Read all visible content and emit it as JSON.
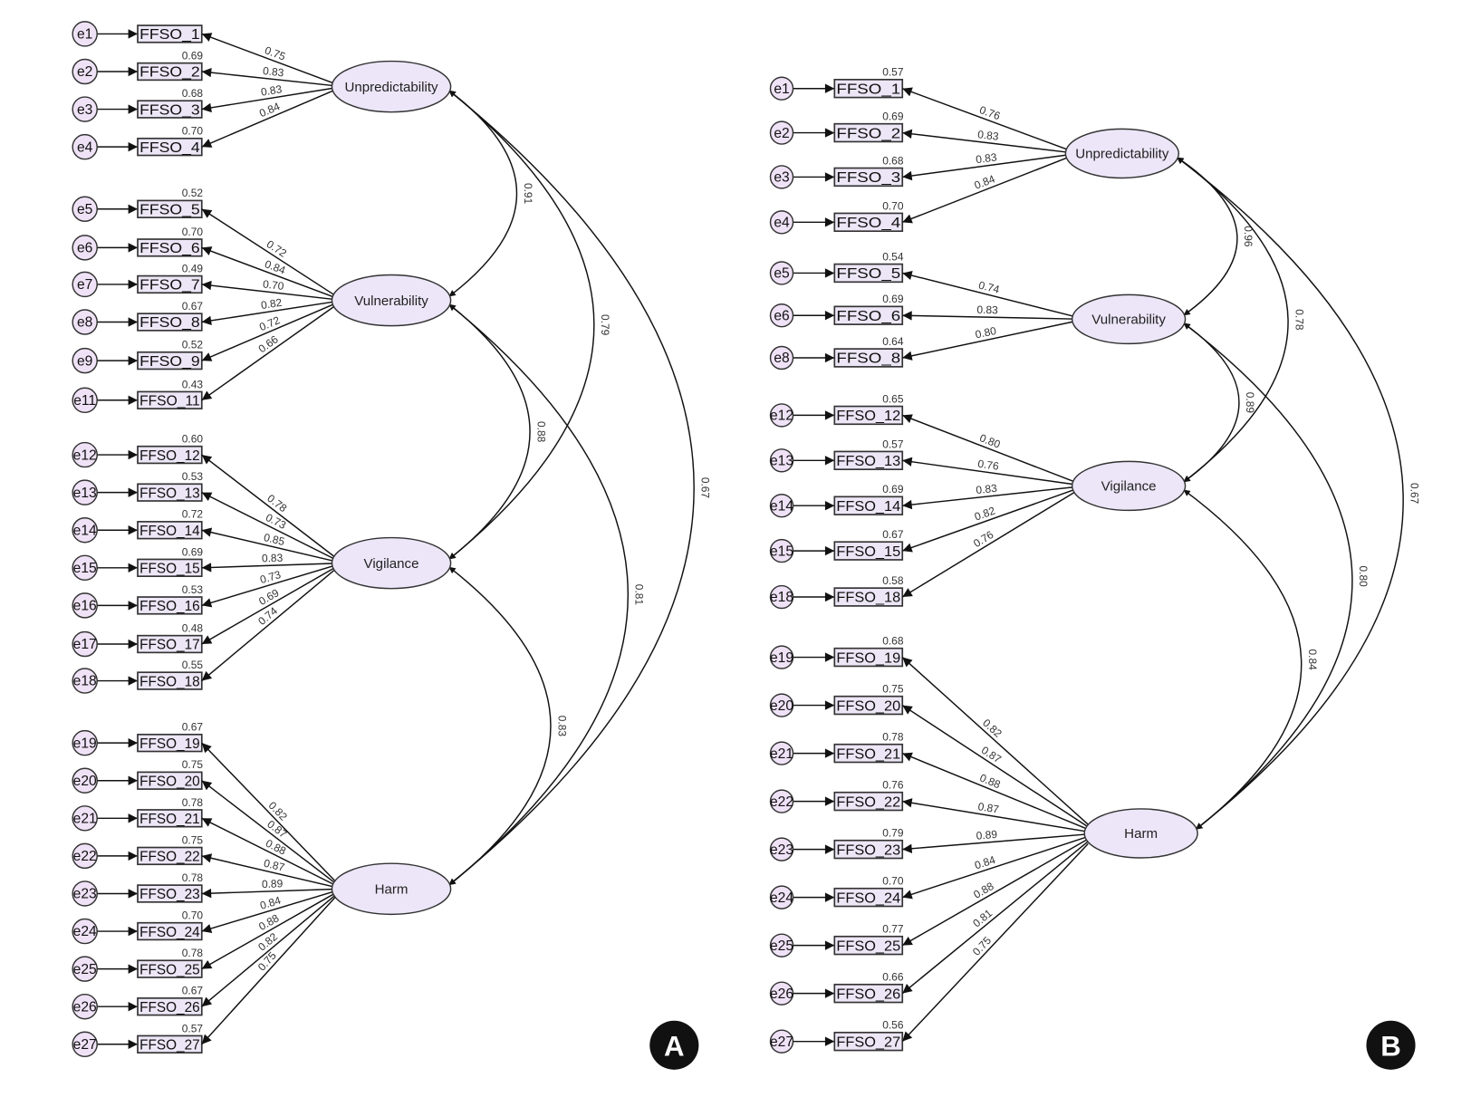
{
  "panels": [
    {
      "badge": "A",
      "factors": [
        {
          "name": "Unpredictability",
          "items": [
            {
              "error": "e1",
              "indicator": "FFSO_1",
              "r2": null,
              "loading": "0.75"
            },
            {
              "error": "e2",
              "indicator": "FFSO_2",
              "r2": "0.69",
              "loading": "0.83"
            },
            {
              "error": "e3",
              "indicator": "FFSO_3",
              "r2": "0.68",
              "loading": "0.83"
            },
            {
              "error": "e4",
              "indicator": "FFSO_4",
              "r2": "0.70",
              "loading": "0.84"
            }
          ]
        },
        {
          "name": "Vulnerability",
          "items": [
            {
              "error": "e5",
              "indicator": "FFSO_5",
              "r2": "0.52",
              "loading": "0.72"
            },
            {
              "error": "e6",
              "indicator": "FFSO_6",
              "r2": "0.70",
              "loading": "0.84"
            },
            {
              "error": "e7",
              "indicator": "FFSO_7",
              "r2": "0.49",
              "loading": "0.70"
            },
            {
              "error": "e8",
              "indicator": "FFSO_8",
              "r2": "0.67",
              "loading": "0.82"
            },
            {
              "error": "e9",
              "indicator": "FFSO_9",
              "r2": "0.52",
              "loading": "0.72"
            },
            {
              "error": "e11",
              "indicator": "FFSO_11",
              "r2": "0.43",
              "loading": "0.66"
            }
          ]
        },
        {
          "name": "Vigilance",
          "items": [
            {
              "error": "e12",
              "indicator": "FFSO_12",
              "r2": "0.60",
              "loading": "0.78"
            },
            {
              "error": "e13",
              "indicator": "FFSO_13",
              "r2": "0.53",
              "loading": "0.73"
            },
            {
              "error": "e14",
              "indicator": "FFSO_14",
              "r2": "0.72",
              "loading": "0.85"
            },
            {
              "error": "e15",
              "indicator": "FFSO_15",
              "r2": "0.69",
              "loading": "0.83"
            },
            {
              "error": "e16",
              "indicator": "FFSO_16",
              "r2": "0.53",
              "loading": "0.73"
            },
            {
              "error": "e17",
              "indicator": "FFSO_17",
              "r2": "0.48",
              "loading": "0.69"
            },
            {
              "error": "e18",
              "indicator": "FFSO_18",
              "r2": "0.55",
              "loading": "0.74"
            }
          ]
        },
        {
          "name": "Harm",
          "items": [
            {
              "error": "e19",
              "indicator": "FFSO_19",
              "r2": "0.67",
              "loading": "0.82"
            },
            {
              "error": "e20",
              "indicator": "FFSO_20",
              "r2": "0.75",
              "loading": "0.87"
            },
            {
              "error": "e21",
              "indicator": "FFSO_21",
              "r2": "0.78",
              "loading": "0.88"
            },
            {
              "error": "e22",
              "indicator": "FFSO_22",
              "r2": "0.75",
              "loading": "0.87"
            },
            {
              "error": "e23",
              "indicator": "FFSO_23",
              "r2": "0.78",
              "loading": "0.89"
            },
            {
              "error": "e24",
              "indicator": "FFSO_24",
              "r2": "0.70",
              "loading": "0.84"
            },
            {
              "error": "e25",
              "indicator": "FFSO_25",
              "r2": "0.78",
              "loading": "0.88"
            },
            {
              "error": "e26",
              "indicator": "FFSO_26",
              "r2": "0.67",
              "loading": "0.82"
            },
            {
              "error": "e27",
              "indicator": "FFSO_27",
              "r2": "0.57",
              "loading": "0.75"
            }
          ]
        }
      ],
      "correlations": [
        {
          "from": "Unpredictability",
          "to": "Vulnerability",
          "value": "0.91"
        },
        {
          "from": "Unpredictability",
          "to": "Vigilance",
          "value": "0.79"
        },
        {
          "from": "Unpredictability",
          "to": "Harm",
          "value": "0.67"
        },
        {
          "from": "Vulnerability",
          "to": "Vigilance",
          "value": "0.88"
        },
        {
          "from": "Vulnerability",
          "to": "Harm",
          "value": "0.81"
        },
        {
          "from": "Vigilance",
          "to": "Harm",
          "value": "0.83"
        }
      ]
    },
    {
      "badge": "B",
      "factors": [
        {
          "name": "Unpredictability",
          "items": [
            {
              "error": "e1",
              "indicator": "FFSO_1",
              "r2": "0.57",
              "loading": "0.76"
            },
            {
              "error": "e2",
              "indicator": "FFSO_2",
              "r2": "0.69",
              "loading": "0.83"
            },
            {
              "error": "e3",
              "indicator": "FFSO_3",
              "r2": "0.68",
              "loading": "0.83"
            },
            {
              "error": "e4",
              "indicator": "FFSO_4",
              "r2": "0.70",
              "loading": "0.84"
            }
          ]
        },
        {
          "name": "Vulnerability",
          "items": [
            {
              "error": "e5",
              "indicator": "FFSO_5",
              "r2": "0.54",
              "loading": "0.74"
            },
            {
              "error": "e6",
              "indicator": "FFSO_6",
              "r2": "0.69",
              "loading": "0.83"
            },
            {
              "error": "e8",
              "indicator": "FFSO_8",
              "r2": "0.64",
              "loading": "0.80"
            }
          ]
        },
        {
          "name": "Vigilance",
          "items": [
            {
              "error": "e12",
              "indicator": "FFSO_12",
              "r2": "0.65",
              "loading": "0.80"
            },
            {
              "error": "e13",
              "indicator": "FFSO_13",
              "r2": "0.57",
              "loading": "0.76"
            },
            {
              "error": "e14",
              "indicator": "FFSO_14",
              "r2": "0.69",
              "loading": "0.83"
            },
            {
              "error": "e15",
              "indicator": "FFSO_15",
              "r2": "0.67",
              "loading": "0.82"
            },
            {
              "error": "e18",
              "indicator": "FFSO_18",
              "r2": "0.58",
              "loading": "0.76"
            }
          ]
        },
        {
          "name": "Harm",
          "items": [
            {
              "error": "e19",
              "indicator": "FFSO_19",
              "r2": "0.68",
              "loading": "0.82"
            },
            {
              "error": "e20",
              "indicator": "FFSO_20",
              "r2": "0.75",
              "loading": "0.87"
            },
            {
              "error": "e21",
              "indicator": "FFSO_21",
              "r2": "0.78",
              "loading": "0.88"
            },
            {
              "error": "e22",
              "indicator": "FFSO_22",
              "r2": "0.76",
              "loading": "0.87"
            },
            {
              "error": "e23",
              "indicator": "FFSO_23",
              "r2": "0.79",
              "loading": "0.89"
            },
            {
              "error": "e24",
              "indicator": "FFSO_24",
              "r2": "0.70",
              "loading": "0.84"
            },
            {
              "error": "e25",
              "indicator": "FFSO_25",
              "r2": "0.77",
              "loading": "0.88"
            },
            {
              "error": "e26",
              "indicator": "FFSO_26",
              "r2": "0.66",
              "loading": "0.81"
            },
            {
              "error": "e27",
              "indicator": "FFSO_27",
              "r2": "0.56",
              "loading": "0.75"
            }
          ]
        }
      ],
      "correlations": [
        {
          "from": "Unpredictability",
          "to": "Vulnerability",
          "value": "0.96"
        },
        {
          "from": "Unpredictability",
          "to": "Vigilance",
          "value": "0.78"
        },
        {
          "from": "Unpredictability",
          "to": "Harm",
          "value": "0.67"
        },
        {
          "from": "Vulnerability",
          "to": "Vigilance",
          "value": "0.89"
        },
        {
          "from": "Vulnerability",
          "to": "Harm",
          "value": "0.80"
        },
        {
          "from": "Vigilance",
          "to": "Harm",
          "value": "0.84"
        }
      ]
    }
  ]
}
